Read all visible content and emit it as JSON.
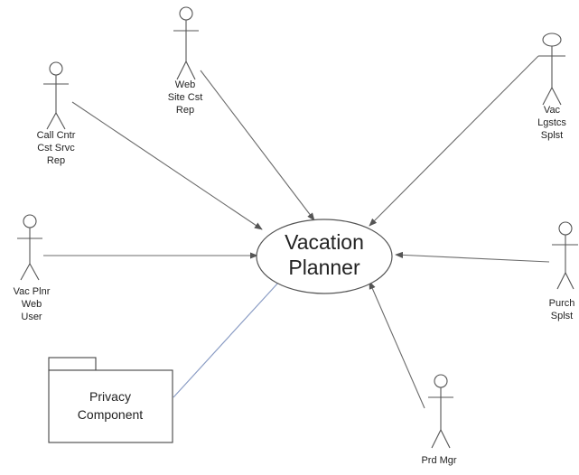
{
  "use_case": {
    "line1": "Vacation",
    "line2": "Planner"
  },
  "package": {
    "line1": "Privacy",
    "line2": "Component"
  },
  "actors": {
    "web_site_rep": [
      "Web",
      "Site Cst",
      "Rep"
    ],
    "call_center_rep": [
      "Call Cntr",
      "Cst Srvc",
      "Rep"
    ],
    "web_user": [
      "Vac Plnr",
      "Web",
      "User"
    ],
    "logistics_specialist": [
      "Vac",
      "Lgstcs",
      "Splst"
    ],
    "purchasing_specialist": [
      "Purch",
      "Splst"
    ],
    "product_manager": [
      "Prd Mgr"
    ]
  },
  "colors": {
    "line": "#6b6b6b",
    "dependency": "#8a9cc4",
    "text": "#222222"
  }
}
